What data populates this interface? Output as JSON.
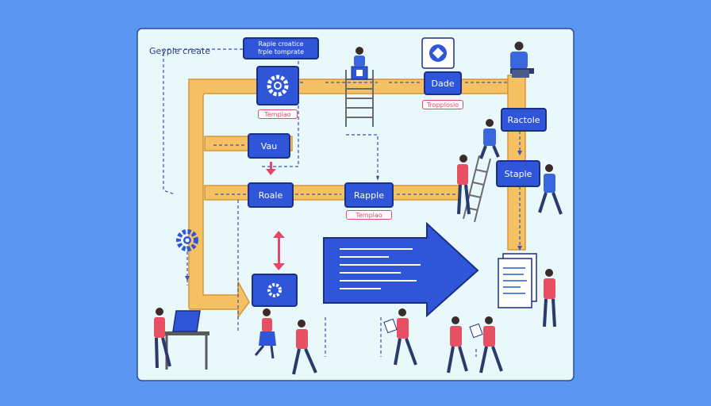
{
  "diagram": {
    "title": "Geyple create",
    "nodes": {
      "top_label_line1": "Raple croatice",
      "top_label_line2": "frple tomprate",
      "dade": "Dade",
      "ractole": "Ractole",
      "vau": "Vau",
      "roale": "Roale",
      "rapple": "Rapple",
      "staple": "Staple"
    },
    "tags": {
      "template_1": "Tempiao",
      "tropplosio": "Tropplosio",
      "template_2": "Tempiao"
    },
    "icons": [
      "gear-icon",
      "puzzle-icon",
      "laptop-icon",
      "ladder-icon",
      "document-stack-icon",
      "arrow-icon"
    ]
  },
  "colors": {
    "background": "#5b96f0",
    "panel": "#e9f8fb",
    "path": "#f5c162",
    "node_blue": "#2f55d8",
    "tag_red": "#e5476b",
    "figure_shirt_red": "#e65062",
    "figure_shirt_blue": "#3a66e0"
  }
}
